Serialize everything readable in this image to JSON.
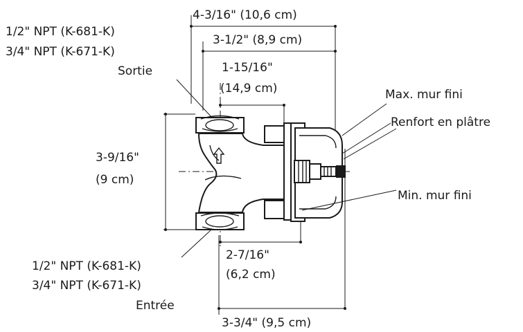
{
  "dimensions": {
    "overall_width": "4-3/16\" (10,6 cm)",
    "outlet_to_wall": "3-1/2\" (8,9 cm)",
    "depth_top": [
      "1-15/16\"",
      "(14,9 cm)"
    ],
    "height": [
      "3-9/16\"",
      "(9 cm)"
    ],
    "depth_bottom": [
      "2-7/16\"",
      "(6,2 cm)"
    ],
    "bottom_width": "3-3/4\" (9,5 cm)"
  },
  "outlet_callout": {
    "lines": [
      "1/2\" NPT (K-681-K)",
      "3/4\" NPT (K-671-K)"
    ],
    "name": "Sortie"
  },
  "inlet_callout": {
    "lines": [
      "1/2\" NPT (K-681-K)",
      "3/4\" NPT (K-671-K)"
    ],
    "name": "Entrée"
  },
  "wall_labels": {
    "max_wall": "Max. mur fini",
    "reinforcement": "Renfort en plâtre",
    "min_wall": "Min. mur fini"
  }
}
